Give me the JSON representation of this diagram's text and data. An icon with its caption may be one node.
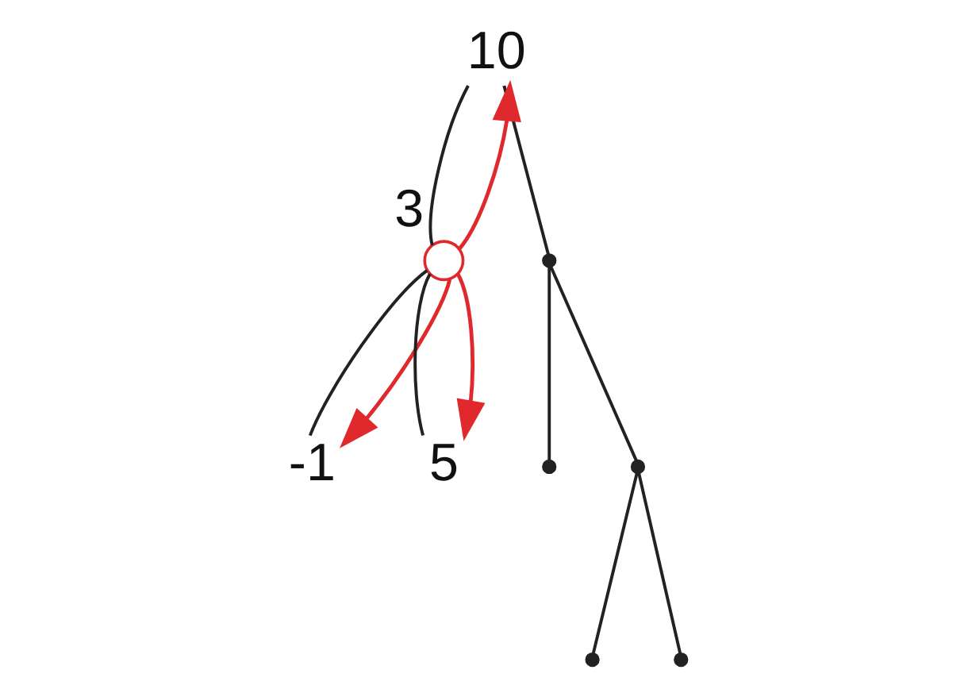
{
  "diagram": {
    "nodes": [
      {
        "text": [
          "10"
        ]
      },
      {
        "text": [
          "3"
        ]
      },
      {
        "text": [],
        "shape": "point"
      },
      {
        "text": [
          "-1"
        ]
      },
      {
        "text": [
          "5"
        ]
      },
      {
        "text": [],
        "shape": "point"
      },
      {
        "text": [],
        "shape": "point"
      },
      {
        "text": [],
        "shape": "point"
      },
      {
        "text": [],
        "shape": "point"
      }
    ],
    "edges": [
      {
        "from": 0,
        "to": 1,
        "arrow": "none"
      },
      {
        "from": 0,
        "to": 2,
        "arrow": "none"
      },
      {
        "from": 1,
        "to": 3,
        "arrow": "none"
      },
      {
        "from": 1,
        "to": 4,
        "arrow": "none"
      },
      {
        "from": 2,
        "to": 5,
        "arrow": "none"
      },
      {
        "from": 2,
        "to": 6,
        "arrow": "none"
      },
      {
        "from": 6,
        "to": 7,
        "arrow": "none"
      },
      {
        "from": 6,
        "to": 8,
        "arrow": "none"
      },
      {
        "from": 1,
        "to": 0,
        "arrow": "to",
        "color": "#e0292d"
      },
      {
        "from": 1,
        "to": 3,
        "arrow": "to",
        "color": "#e0292d"
      },
      {
        "from": 1,
        "to": 4,
        "arrow": "to",
        "color": "#e0292d"
      }
    ]
  }
}
